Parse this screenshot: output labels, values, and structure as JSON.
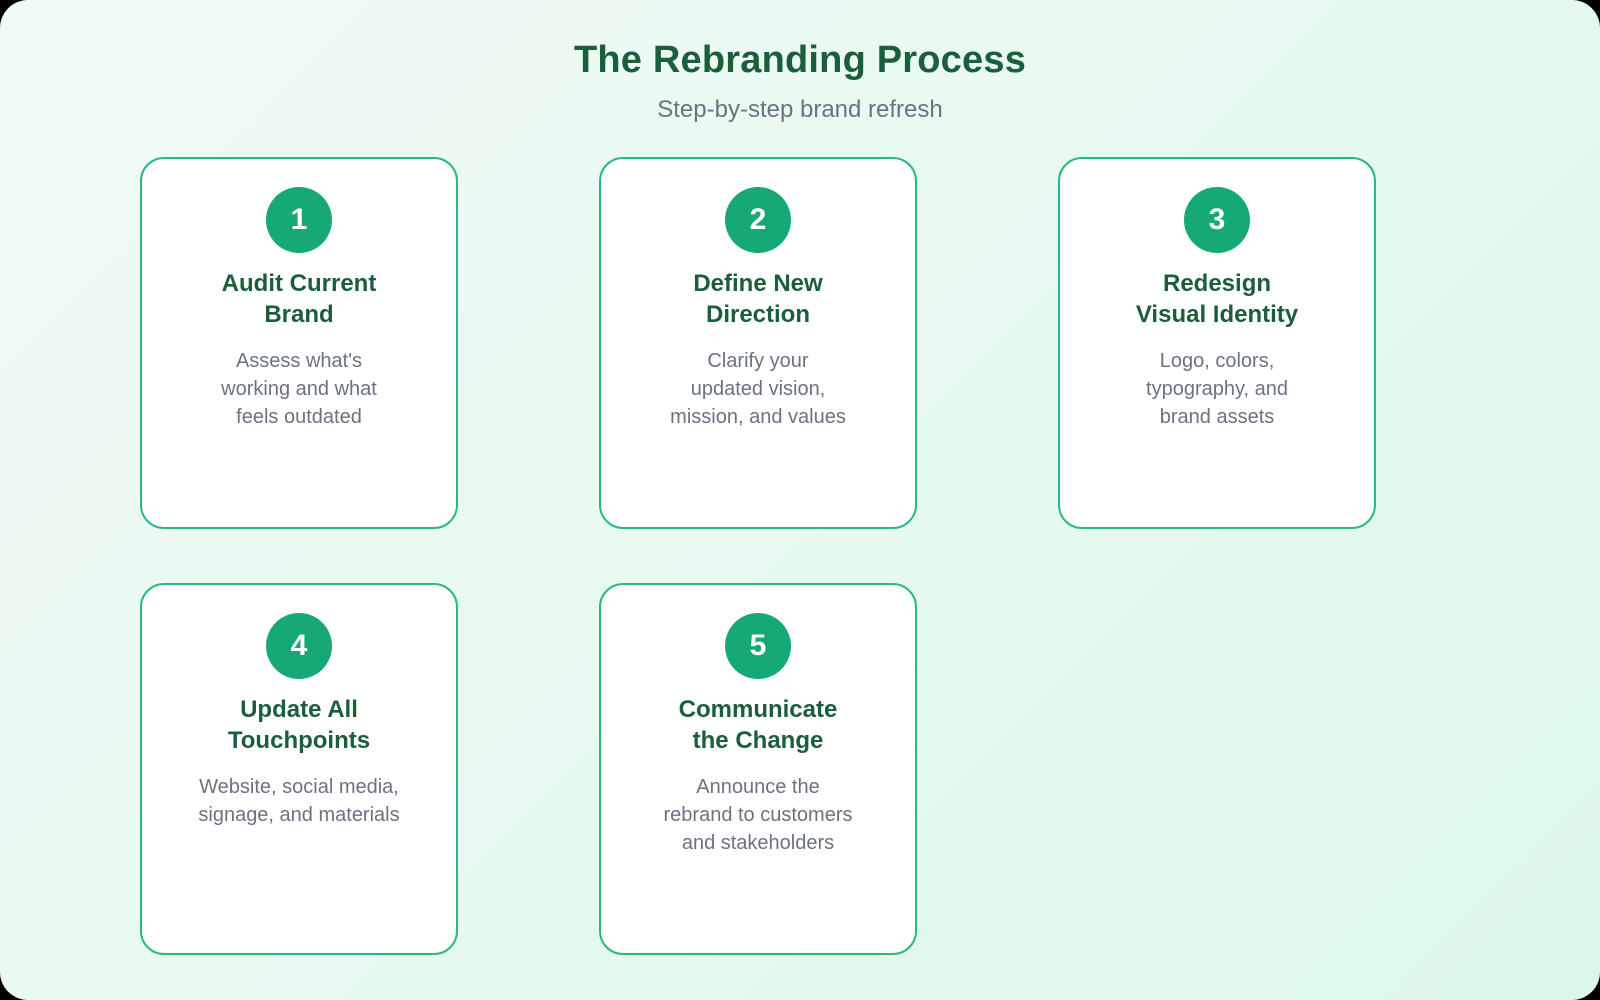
{
  "header": {
    "title": "The Rebranding Process",
    "subtitle": "Step-by-step brand refresh"
  },
  "steps": [
    {
      "number": "1",
      "title": "Audit Current Brand",
      "description": "Assess what's working and what feels outdated"
    },
    {
      "number": "2",
      "title": "Define New Direction",
      "description": "Clarify your updated vision, mission, and values"
    },
    {
      "number": "3",
      "title": "Redesign Visual Identity",
      "description": "Logo, colors, typography, and brand assets"
    },
    {
      "number": "4",
      "title": "Update All Touchpoints",
      "description": "Website, social media, signage, and materials"
    },
    {
      "number": "5",
      "title": "Communicate the Change",
      "description": "Announce the rebrand to customers and stakeholders"
    }
  ],
  "colors": {
    "accent_green": "#17a974",
    "border_green": "#28bb7d",
    "heading_green": "#1b5e3a",
    "body_gray": "#6b7280",
    "bg_gradient_start": "#f0fbf5",
    "bg_gradient_end": "#dcf7e8"
  }
}
